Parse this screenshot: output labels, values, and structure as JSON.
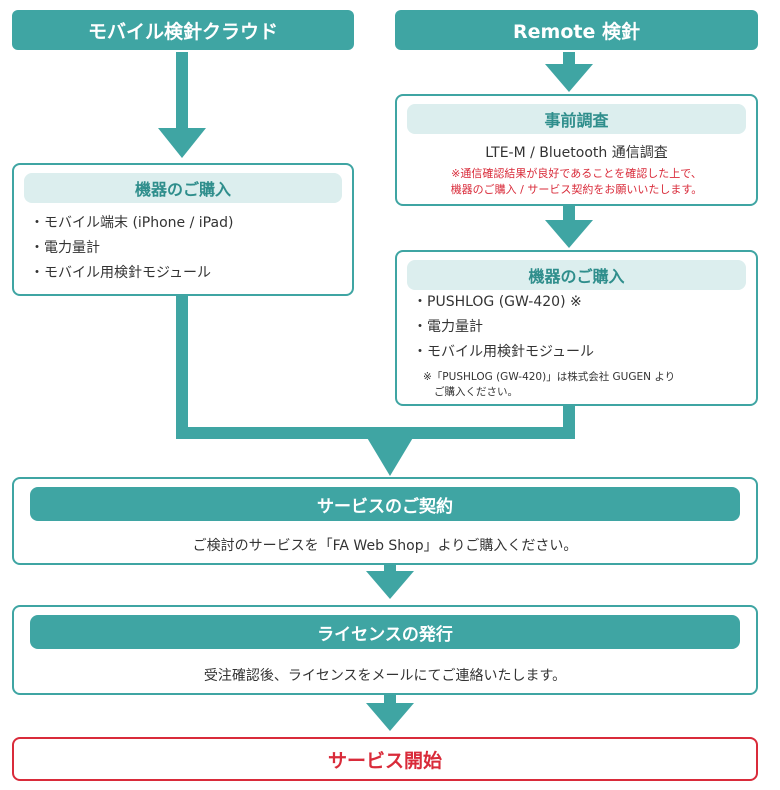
{
  "left": {
    "title": "モバイル検針クラウド",
    "purchase": {
      "title": "機器のご購入",
      "items": [
        "モバイル端末 (iPhone / iPad)",
        "電力量計",
        "モバイル用検針モジュール"
      ]
    }
  },
  "right": {
    "title": "Remote 検針",
    "survey": {
      "title": "事前調査",
      "body": "LTE-M / Bluetooth 通信調査",
      "note_line1": "※通信確認結果が良好であることを確認した上で、",
      "note_line2": "機器のご購入 / サービス契約をお願いいたします。"
    },
    "purchase": {
      "title": "機器のご購入",
      "items": [
        "PUSHLOG (GW-420) ※",
        "電力量計",
        "モバイル用検針モジュール"
      ],
      "note_line1": "※「PUSHLOG (GW-420)」は株式会社 GUGEN より",
      "note_line2": "ご購入ください。"
    }
  },
  "contract": {
    "title": "サービスのご契約",
    "body": "ご検討のサービスを「FA Web Shop」よりご購入ください。"
  },
  "license": {
    "title": "ライセンスの発行",
    "body": "受注確認後、ライセンスをメールにてご連絡いたします。"
  },
  "start": {
    "title": "サービス開始"
  },
  "colors": {
    "teal": "#3fa5a3",
    "light_teal": "#dceeee",
    "red": "#d92b3a"
  }
}
